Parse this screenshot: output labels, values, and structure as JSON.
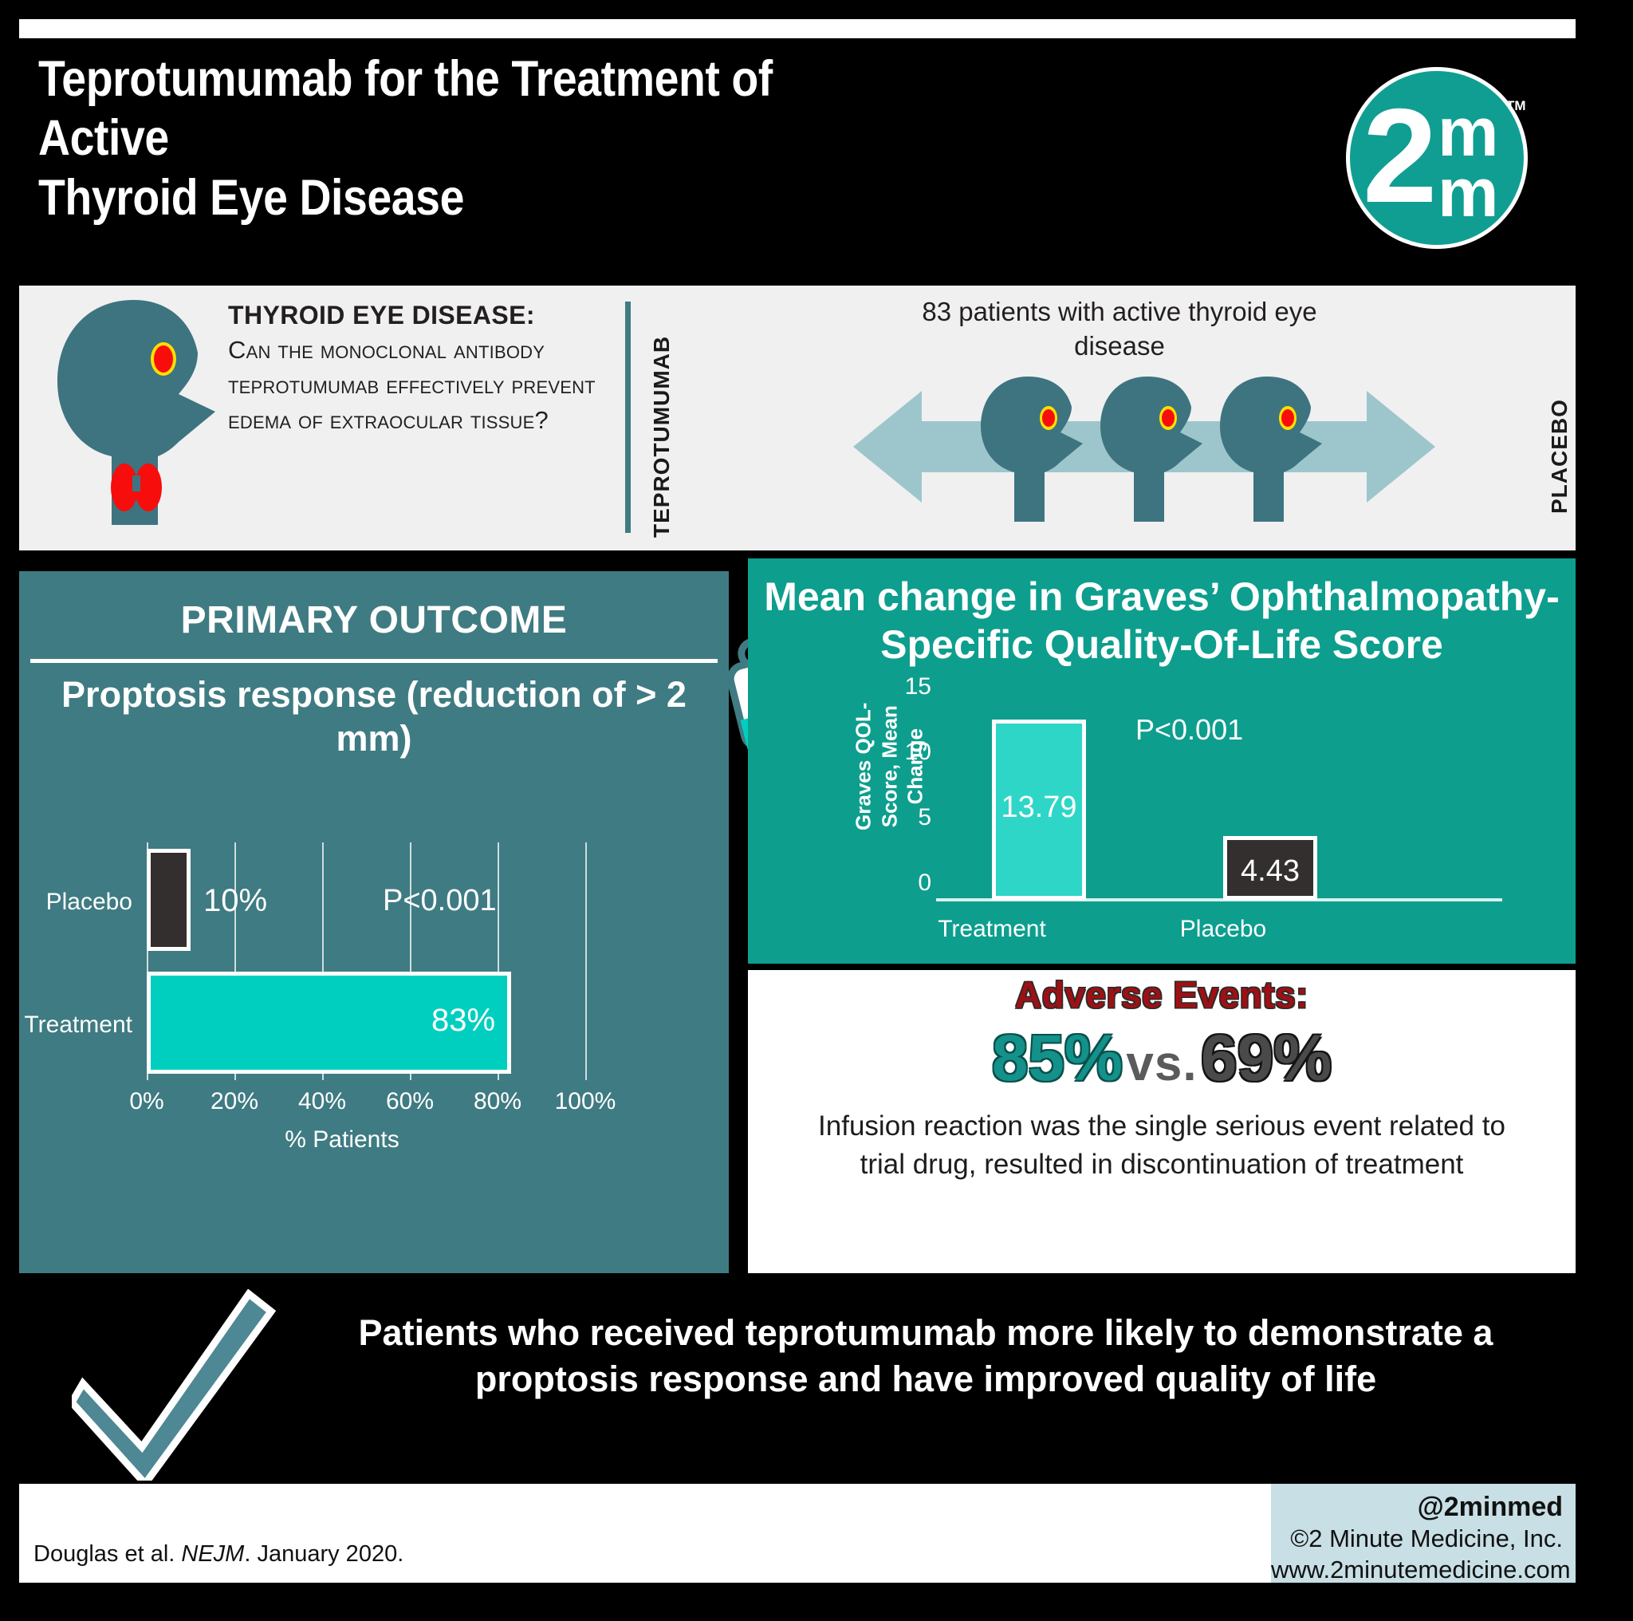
{
  "header": {
    "title_line1": "Teprotumumab for the Treatment of Active",
    "title_line2": "Thyroid Eye Disease",
    "logo": {
      "two": "2",
      "m_top": "m",
      "m_bottom": "m",
      "tm": "TM"
    }
  },
  "question": {
    "heading": "THYROID EYE DISEASE:",
    "body": "Can the monoclonal antibody teprotumumab effectively prevent edema of extraocular tissue?",
    "left_arm_label": "TEPROTUMUMAB",
    "right_arm_label": "PLACEBO",
    "population": "83 patients with active thyroid eye disease"
  },
  "primary_outcome": {
    "panel_title": "PRIMARY OUTCOME",
    "chart_title": "Proptosis response (reduction of > 2 mm)",
    "pvalue": "P<0.001"
  },
  "qol": {
    "panel_title": "Mean change in Graves’ Ophthalmopathy-Specific Quality-Of-Life Score",
    "pvalue": "P<0.001"
  },
  "adverse": {
    "title": "Adverse Events:",
    "treatment_pct": "85%",
    "vs": "vs.",
    "placebo_pct": "69%",
    "note": "Infusion reaction was the single serious event related to trial drug, resulted in discontinuation of treatment"
  },
  "conclusion": {
    "text": "Patients who received teprotumumab more likely to demonstrate a proptosis response and have improved quality of life"
  },
  "footer": {
    "citation_author": "Douglas et al. ",
    "citation_journal": "NEJM",
    "citation_date": ". January 2020.",
    "handle": "@2minmed",
    "copyright": "©2 Minute Medicine, Inc.",
    "website": "www.2minutemedicine.com"
  },
  "colors": {
    "teal_panel": "#3f7b82",
    "green_panel": "#0d9e8e",
    "cyan_bar": "#00cfc0",
    "dark_bar": "#332f2e",
    "logo_teal": "#119e92",
    "credit_blue": "#c7dfe5",
    "adverse_red": "#9e1014",
    "eye_red": "#f80d0d",
    "eye_ring": "#ffe000"
  },
  "chart_data": [
    {
      "type": "bar",
      "orientation": "horizontal",
      "title": "Proptosis response (reduction of > 2 mm)",
      "categories": [
        "Placebo",
        "Treatment"
      ],
      "values": [
        10,
        83
      ],
      "value_labels": [
        "10%",
        "83%"
      ],
      "bar_colors": [
        "#332f2e",
        "#00cfc0"
      ],
      "xlabel": "% Patients",
      "ylabel": "",
      "xlim": [
        0,
        100
      ],
      "xticks": [
        0,
        20,
        40,
        60,
        80,
        100
      ],
      "xtick_labels": [
        "0%",
        "20%",
        "40%",
        "60%",
        "80%",
        "100%"
      ],
      "grid": true,
      "annotations": [
        "P<0.001"
      ],
      "legend": "none"
    },
    {
      "type": "bar",
      "orientation": "vertical",
      "title": "Mean change in Graves’ Ophthalmopathy-Specific Quality-Of-Life Score",
      "categories": [
        "Treatment",
        "Placebo"
      ],
      "values": [
        13.79,
        4.43
      ],
      "value_labels": [
        "13.79",
        "4.43"
      ],
      "bar_colors": [
        "#00cfc0",
        "#332f2e"
      ],
      "xlabel": "",
      "ylabel": "Graves QOL-Score, Mean Change",
      "ylim": [
        0,
        15
      ],
      "yticks": [
        0,
        5,
        10,
        15
      ],
      "ytick_labels": [
        "0",
        "5",
        "10",
        "15"
      ],
      "grid": false,
      "annotations": [
        "P<0.001"
      ],
      "legend": "none"
    }
  ]
}
